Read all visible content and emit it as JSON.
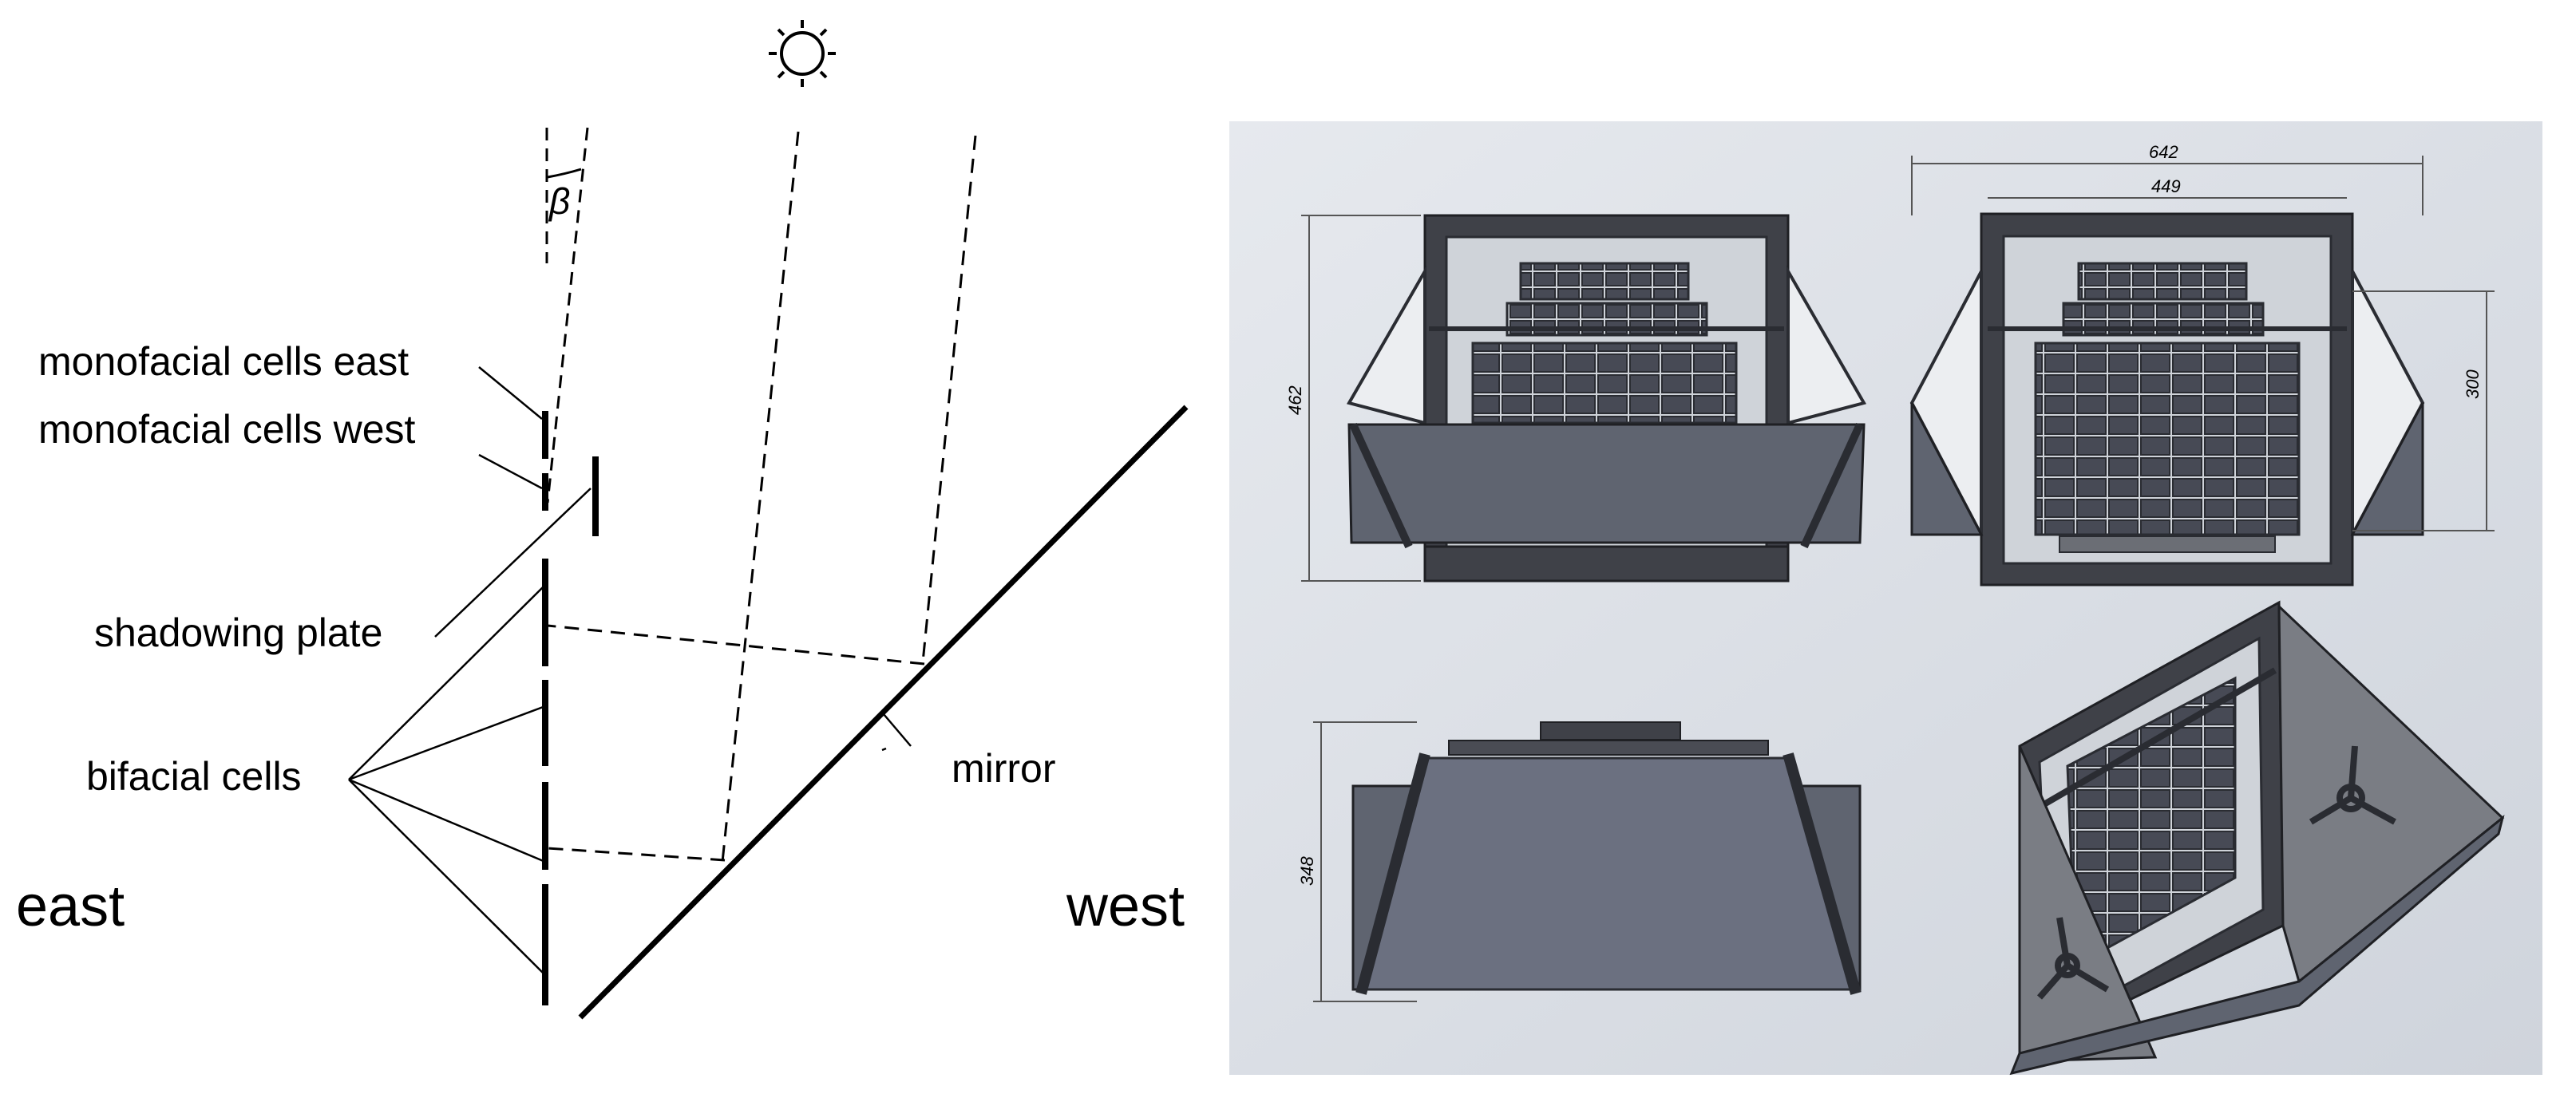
{
  "left_diagram": {
    "angle_symbol": "β",
    "labels": {
      "mono_east": "monofacial cells east",
      "mono_west": "monofacial cells west",
      "shadowing_plate": "shadowing plate",
      "bifacial_cells": "bifacial cells",
      "mirror": "mirror",
      "east": "east",
      "west": "west"
    },
    "sun_icon": "sun-icon"
  },
  "right_drawings": {
    "dimensions": {
      "front_height": "462",
      "top_width_outer": "642",
      "top_width_inner": "449",
      "top_right_height": "300",
      "side_height": "348"
    },
    "colors": {
      "background": "#dde1e7",
      "body": "#5f6470",
      "frame": "#3f4148",
      "cells": "#474a55",
      "wing": "#7a7d84"
    }
  }
}
